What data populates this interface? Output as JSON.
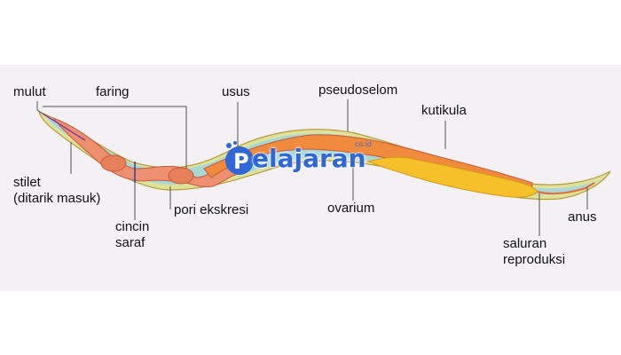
{
  "diagram": {
    "labels": {
      "mulut": "mulut",
      "faring": "faring",
      "usus": "usus",
      "pseudoselom": "pseudoselom",
      "kutikula": "kutikula",
      "stilet": "stilet\n(ditarik masuk)",
      "cincin_saraf": "cincin\nsaraf",
      "pori_ekskresi": "pori ekskresi",
      "ovarium": "ovarium",
      "anus": "anus",
      "saluran_reproduksi": "saluran\nreproduksi"
    },
    "colors": {
      "cuticle": "#dfe29b",
      "body_cavity": "#a9d7d6",
      "intestine": "#f08a3c",
      "reproductive": "#f5c02a",
      "outline": "#b89a3a"
    }
  },
  "watermark": {
    "brand": "elajaran",
    "domain": "co.id",
    "logo_icon": "p-circle-icon"
  }
}
